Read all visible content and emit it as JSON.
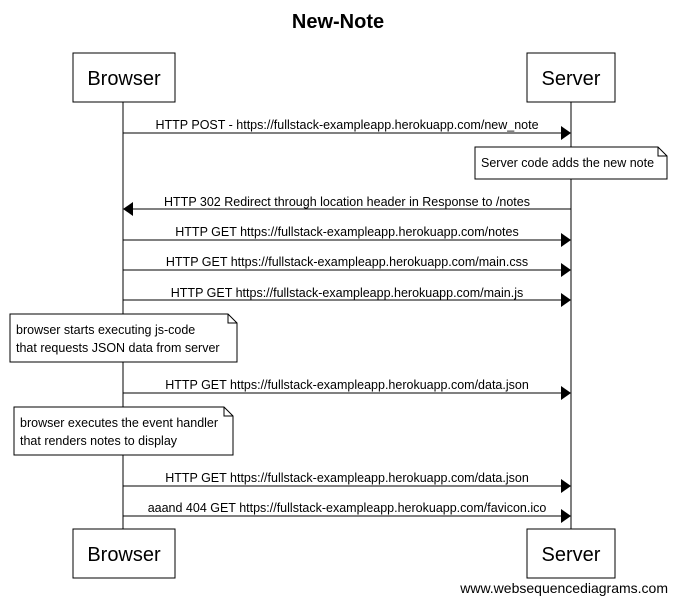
{
  "title": "New-Note",
  "actors": {
    "browser": "Browser",
    "server": "Server"
  },
  "messages": [
    {
      "from": "browser",
      "to": "server",
      "text": "HTTP POST - https://fullstack-exampleapp.herokuapp.com/new_note"
    },
    {
      "from": "server",
      "to": "browser",
      "text": "HTTP 302 Redirect through location header in Response to /notes"
    },
    {
      "from": "browser",
      "to": "server",
      "text": "HTTP GET https://fullstack-exampleapp.herokuapp.com/notes"
    },
    {
      "from": "browser",
      "to": "server",
      "text": "HTTP GET https://fullstack-exampleapp.herokuapp.com/main.css"
    },
    {
      "from": "browser",
      "to": "server",
      "text": "HTTP GET https://fullstack-exampleapp.herokuapp.com/main.js"
    },
    {
      "from": "browser",
      "to": "server",
      "text": "HTTP GET https://fullstack-exampleapp.herokuapp.com/data.json"
    },
    {
      "from": "browser",
      "to": "server",
      "text": "HTTP GET https://fullstack-exampleapp.herokuapp.com/data.json"
    },
    {
      "from": "browser",
      "to": "server",
      "text": "aaand 404 GET https://fullstack-exampleapp.herokuapp.com/favicon.ico"
    }
  ],
  "notes": [
    {
      "over": "server",
      "lines": [
        "Server code adds the new note"
      ]
    },
    {
      "over": "browser",
      "lines": [
        "browser starts executing js-code",
        "that requests JSON data from server"
      ]
    },
    {
      "over": "browser",
      "lines": [
        "browser executes the event handler",
        "that renders notes to display"
      ]
    }
  ],
  "footer": "www.websequencediagrams.com"
}
